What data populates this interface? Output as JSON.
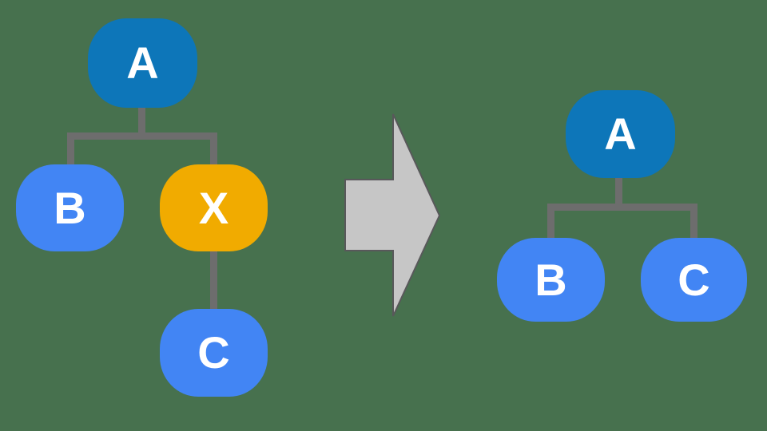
{
  "diagram": {
    "before": {
      "root": "A",
      "children": [
        "B",
        "X"
      ],
      "grandchild": "C",
      "highlighted_node": "X"
    },
    "after": {
      "root": "A",
      "children": [
        "B",
        "C"
      ]
    }
  },
  "colors": {
    "background": "#47714E",
    "root_node": "#0D76B9",
    "child_node": "#4285F4",
    "highlight_node": "#F1AB00",
    "connector": "#6D6D6D",
    "arrow_fill": "#C6C6C6",
    "arrow_outline": "#58585A",
    "label_text": "#FFFFFF"
  }
}
